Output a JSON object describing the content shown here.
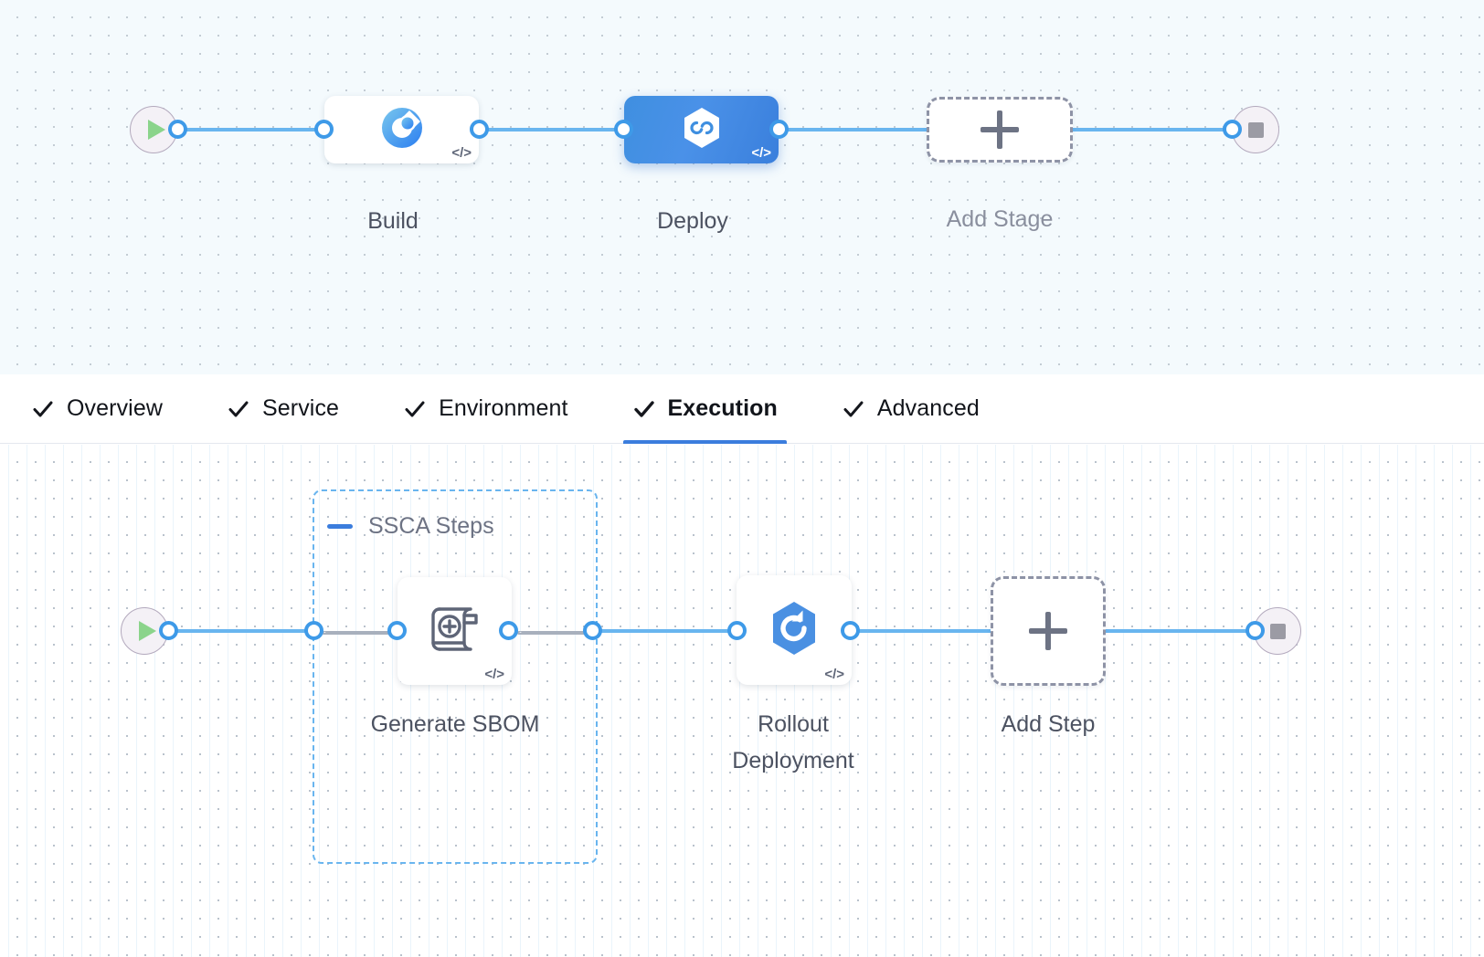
{
  "stage_canvas": {
    "start_node": {
      "name": "start-node",
      "icon": "play-icon"
    },
    "end_node": {
      "name": "end-node",
      "icon": "stop-icon"
    },
    "stages": [
      {
        "id": "build",
        "label": "Build",
        "icon": "build-donut-icon",
        "selected": false,
        "badge": "</>"
      },
      {
        "id": "deploy",
        "label": "Deploy",
        "icon": "deploy-hexagon-icon",
        "selected": true,
        "badge": "</>"
      }
    ],
    "add_stage": {
      "label": "Add Stage",
      "icon": "plus-icon"
    }
  },
  "tabs": [
    {
      "id": "overview",
      "label": "Overview",
      "icon": "check-icon",
      "active": false
    },
    {
      "id": "service",
      "label": "Service",
      "icon": "check-icon",
      "active": false
    },
    {
      "id": "environment",
      "label": "Environment",
      "icon": "check-icon",
      "active": false
    },
    {
      "id": "execution",
      "label": "Execution",
      "icon": "check-icon",
      "active": true
    },
    {
      "id": "advanced",
      "label": "Advanced",
      "icon": "check-icon",
      "active": false
    }
  ],
  "step_canvas": {
    "start_node": {
      "name": "start-node",
      "icon": "play-icon"
    },
    "end_node": {
      "name": "end-node",
      "icon": "stop-icon"
    },
    "group": {
      "id": "ssca",
      "title": "SSCA Steps",
      "collapse_icon": "minus-icon"
    },
    "steps": [
      {
        "id": "generate-sbom",
        "label": "Generate SBOM",
        "icon": "scroll-plus-icon",
        "badge": "</>",
        "in_group": true
      },
      {
        "id": "rollout-deployment",
        "label": "Rollout\nDeployment",
        "icon": "rollout-hexagon-icon",
        "badge": "</>",
        "in_group": false
      }
    ],
    "add_step": {
      "label": "Add Step",
      "icon": "plus-icon"
    }
  },
  "colors": {
    "accent_blue": "#3b7ddd",
    "wire_blue": "#69b5ef",
    "port_blue": "#3e9ae8",
    "group_dash": "#69b5ef",
    "canvas_bg": "#f4fafd",
    "panel_bg": "#ffffff",
    "label_gray": "#4c5261",
    "muted_gray": "#8a8f9e",
    "start_green": "#8bd48b",
    "stop_gray": "#9b9ba4"
  }
}
